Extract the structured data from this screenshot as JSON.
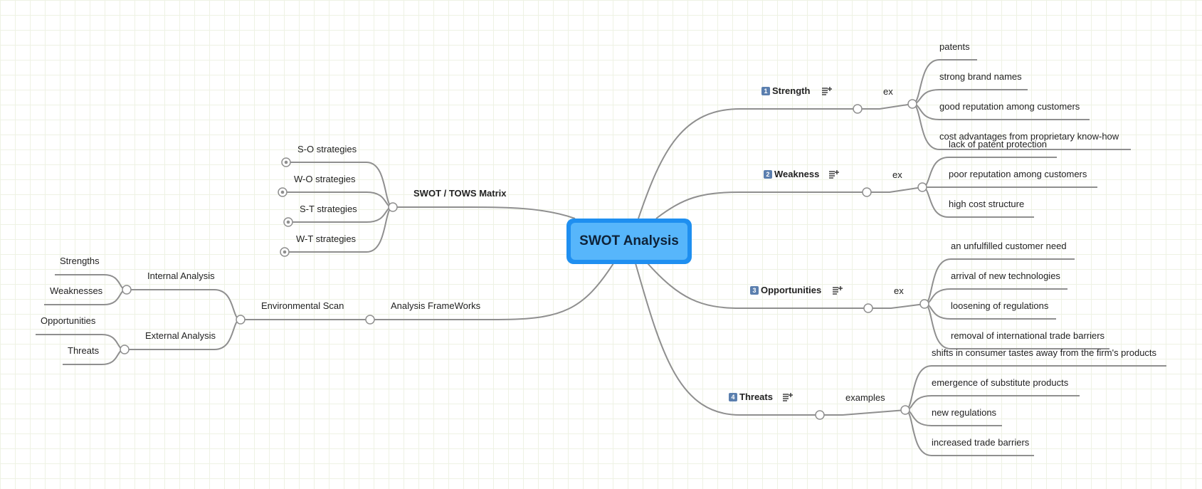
{
  "center": {
    "title": "SWOT Analysis"
  },
  "strength": {
    "badge": "1",
    "label": "Strength",
    "connector": "ex",
    "items": [
      "patents",
      "strong brand names",
      "good reputation among customers",
      "cost advantages from proprietary know-how"
    ]
  },
  "weakness": {
    "badge": "2",
    "label": "Weakness",
    "connector": "ex",
    "items": [
      "lack of patent protection",
      "poor reputation among customers",
      "high cost structure"
    ]
  },
  "opportunities": {
    "badge": "3",
    "label": "Opportunities",
    "connector": "ex",
    "items": [
      "an unfulfilled customer need",
      "arrival of new technologies",
      "loosening of regulations",
      "removal of international trade barriers"
    ]
  },
  "threats": {
    "badge": "4",
    "label": "Threats",
    "connector": "examples",
    "items": [
      "shifts in consumer tastes away from the firm's products",
      "emergence of substitute products",
      "new regulations",
      "increased trade barriers"
    ]
  },
  "tows": {
    "label": "SWOT / TOWS Matrix",
    "items": [
      "S-O strategies",
      "W-O strategies",
      "S-T strategies",
      "W-T strategies"
    ]
  },
  "frameworks": {
    "label": "Analysis FrameWorks",
    "scan": "Environmental Scan",
    "internal": {
      "label": "Internal Analysis",
      "items": [
        "Strengths",
        "Weaknesses"
      ]
    },
    "external": {
      "label": "External Analysis",
      "items": [
        "Opportunities",
        "Threats"
      ]
    }
  },
  "icons": {
    "note": "note-icon",
    "collapse": "collapse-handle-icon",
    "expand": "expand-handle-icon"
  },
  "colors": {
    "line": "#8f8f8f",
    "center_outer": "#1f8ff0",
    "center_inner": "#57b6fb",
    "badge": "#5b7fae"
  }
}
